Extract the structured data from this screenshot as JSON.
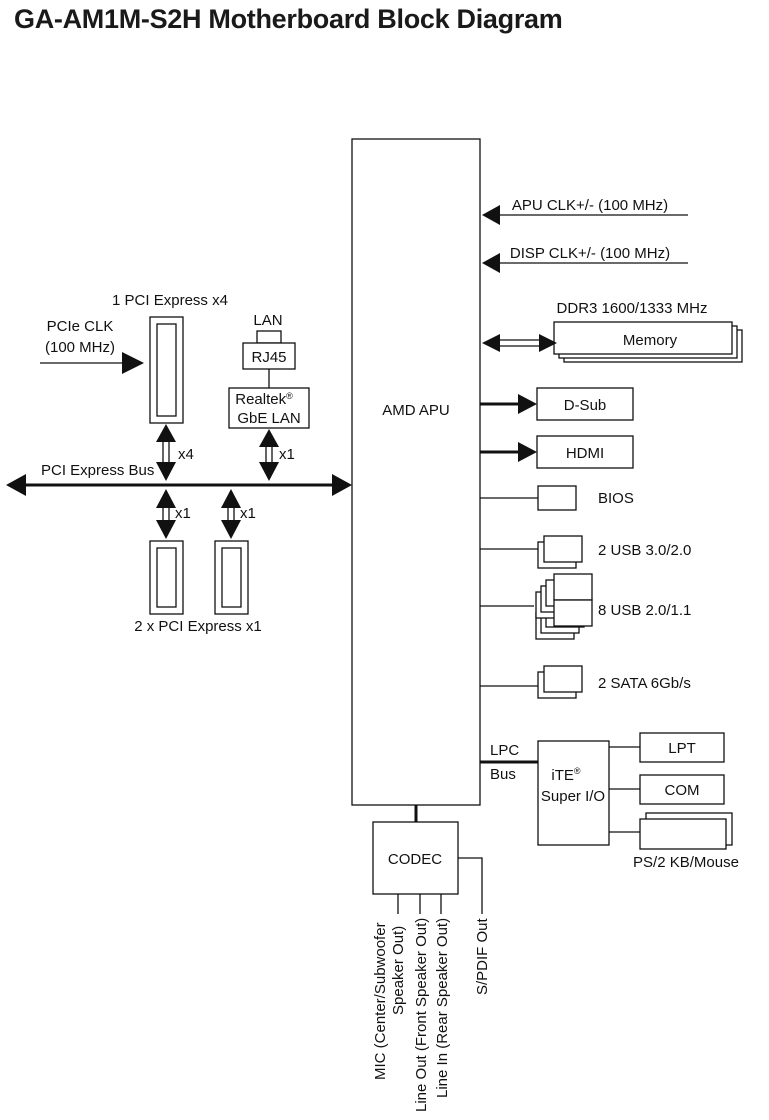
{
  "title": "GA-AM1M-S2H Motherboard Block Diagram",
  "diagram": {
    "apu": "AMD APU",
    "apu_clk": "APU CLK+/- (100 MHz)",
    "disp_clk": "DISP CLK+/- (100 MHz)",
    "ddr3": "DDR3 1600/1333 MHz",
    "memory": "Memory",
    "dsub": "D-Sub",
    "hdmi": "HDMI",
    "bios": "BIOS",
    "usb3": "2 USB 3.0/2.0",
    "usb2": "8 USB 2.0/1.1",
    "sata": "2 SATA 6Gb/s",
    "lpc_line1": "LPC",
    "lpc_line2": "Bus",
    "ite_line1": "iTE",
    "ite_sup": "®",
    "ite_line2": "Super I/O",
    "lpt": "LPT",
    "com": "COM",
    "ps2": "PS/2 KB/Mouse",
    "codec": "CODEC",
    "audio_1a": "MIC (Center/Subwoofer",
    "audio_1b": "Speaker Out)",
    "audio_2": "Line Out (Front Speaker Out)",
    "audio_3": "Line In (Rear Speaker Out)",
    "spdif": "S/PDIF Out",
    "pcie_x4": "1 PCI Express x4",
    "pcie_clk_1": "PCIe CLK",
    "pcie_clk_2": "(100 MHz)",
    "lan": "LAN",
    "rj45": "RJ45",
    "realtek_1": "Realtek",
    "realtek_sup": "®",
    "realtek_2": "GbE LAN",
    "pci_bus": "PCI Express Bus",
    "x4": "x4",
    "x1": "x1",
    "pcie_x1": "2 x PCI Express x1"
  }
}
